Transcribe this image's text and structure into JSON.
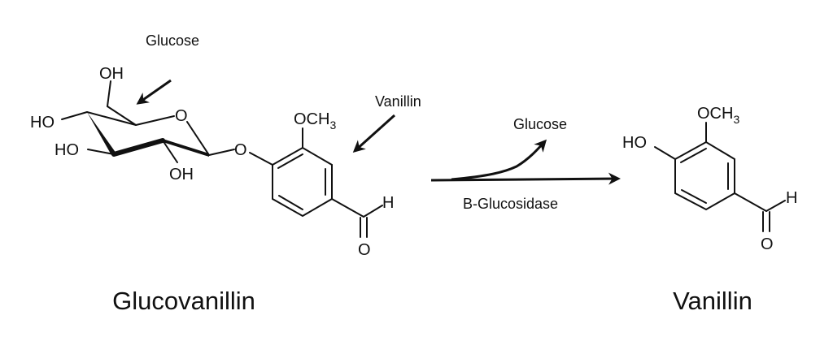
{
  "reactant": {
    "name": "Glucovanillin",
    "atoms": {
      "oh_top": "OH",
      "ho_c4": "HO",
      "ho_c3": "HO",
      "oh_c2": "OH",
      "o_ring": "O",
      "o_link": "O",
      "och3": "OCH",
      "och3_sub": "3",
      "ald_h": "H",
      "ald_o": "O"
    },
    "annotations": {
      "glucose": "Glucose",
      "vanillin": "Vanillin"
    }
  },
  "reaction": {
    "byproduct": "Glucose",
    "enzyme": "B-Glucosidase"
  },
  "product": {
    "name": "Vanillin",
    "atoms": {
      "ho": "HO",
      "och3": "OCH",
      "och3_sub": "3",
      "ald_h": "H",
      "ald_o": "O"
    }
  }
}
